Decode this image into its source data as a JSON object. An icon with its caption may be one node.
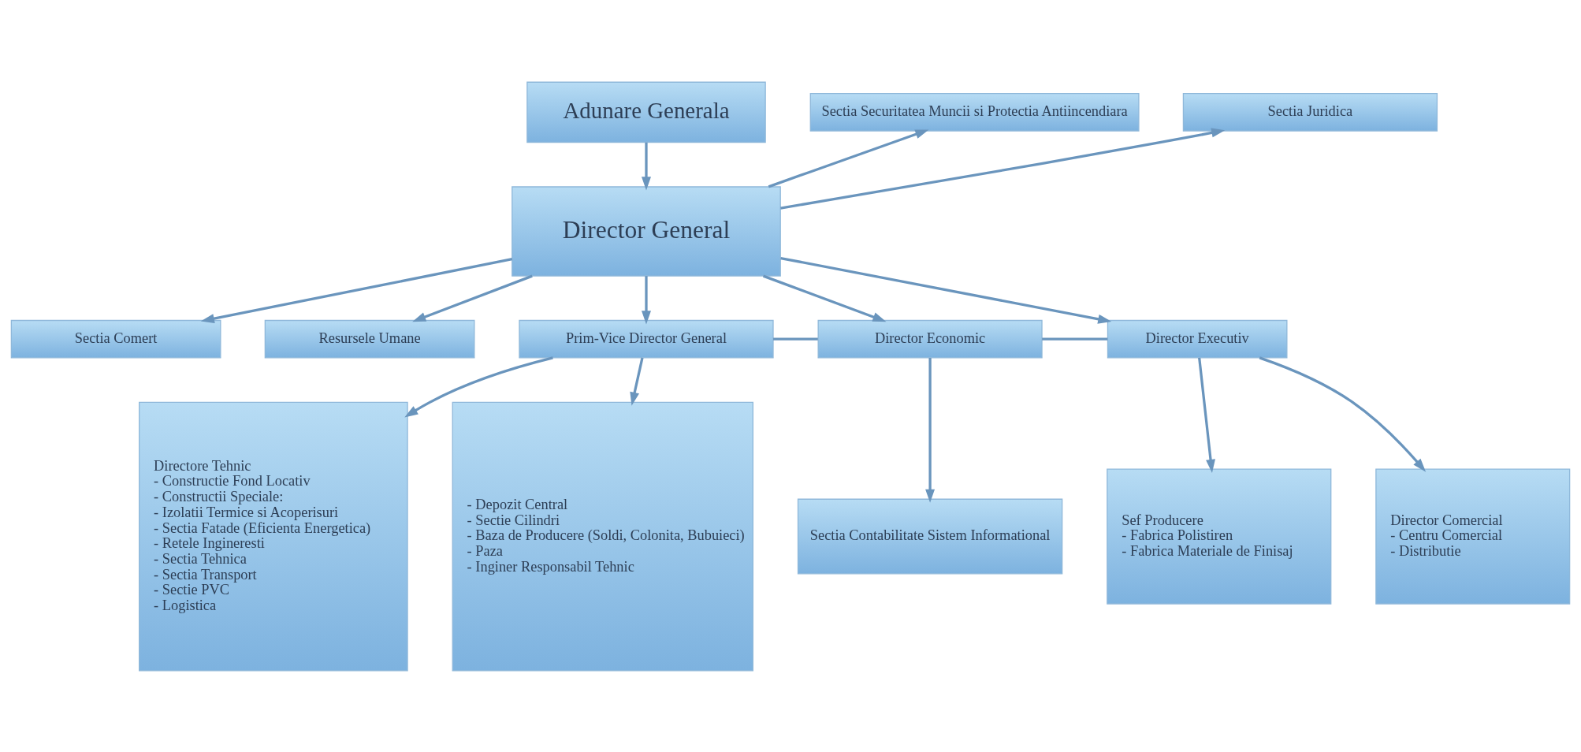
{
  "diagram": {
    "nodes": [
      {
        "text": [
          "Adunare Generala"
        ]
      },
      {
        "text": [
          "Director General"
        ]
      },
      {
        "text": [
          "Sectia Securitatea Muncii si Protectia Antiincendiara"
        ]
      },
      {
        "text": [
          "Sectia Juridica"
        ]
      },
      {
        "text": [
          "Sectia Comert"
        ]
      },
      {
        "text": [
          "Resursele Umane"
        ]
      },
      {
        "text": [
          "Prim-Vice Director General"
        ]
      },
      {
        "text": [
          "Director Economic"
        ]
      },
      {
        "text": [
          "Director Executiv"
        ]
      },
      {
        "text": [
          "Directore Tehnic",
          "- Constructie Fond Locativ",
          "- Constructii Speciale:",
          "- Izolatii Termice si Acoperisuri",
          "- Sectia Fatade (Eficienta Energetica)",
          "- Retele Ingineresti",
          "- Sectia Tehnica",
          "- Sectia Transport",
          "- Sectie PVC",
          "- Logistica"
        ]
      },
      {
        "text": [
          "- Depozit Central",
          "- Sectie Cilindri",
          "- Baza de Producere (Soldi, Colonita, Bubuieci)",
          "- Paza",
          "- Inginer Responsabil Tehnic"
        ]
      },
      {
        "text": [
          "Sectia Contabilitate Sistem Informational"
        ]
      },
      {
        "text": [
          "Sef Producere",
          "- Fabrica Polistiren",
          "- Fabrica Materiale de Finisaj"
        ]
      },
      {
        "text": [
          "Director Comercial",
          "- Centru Comercial",
          "- Distributie"
        ]
      }
    ],
    "edges": [
      {
        "from": 0,
        "to": 1,
        "arrow": "to"
      },
      {
        "from": 1,
        "to": 2,
        "arrow": "to"
      },
      {
        "from": 1,
        "to": 3,
        "arrow": "to"
      },
      {
        "from": 1,
        "to": 4,
        "arrow": "to"
      },
      {
        "from": 1,
        "to": 5,
        "arrow": "to"
      },
      {
        "from": 1,
        "to": 6,
        "arrow": "to"
      },
      {
        "from": 1,
        "to": 7,
        "arrow": "to"
      },
      {
        "from": 1,
        "to": 8,
        "arrow": "to"
      },
      {
        "from": 6,
        "to": 7,
        "arrow": "none"
      },
      {
        "from": 7,
        "to": 8,
        "arrow": "none"
      },
      {
        "from": 6,
        "to": 9,
        "arrow": "to"
      },
      {
        "from": 6,
        "to": 10,
        "arrow": "to"
      },
      {
        "from": 7,
        "to": 11,
        "arrow": "to"
      },
      {
        "from": 8,
        "to": 12,
        "arrow": "to"
      },
      {
        "from": 8,
        "to": 13,
        "arrow": "to"
      }
    ]
  }
}
